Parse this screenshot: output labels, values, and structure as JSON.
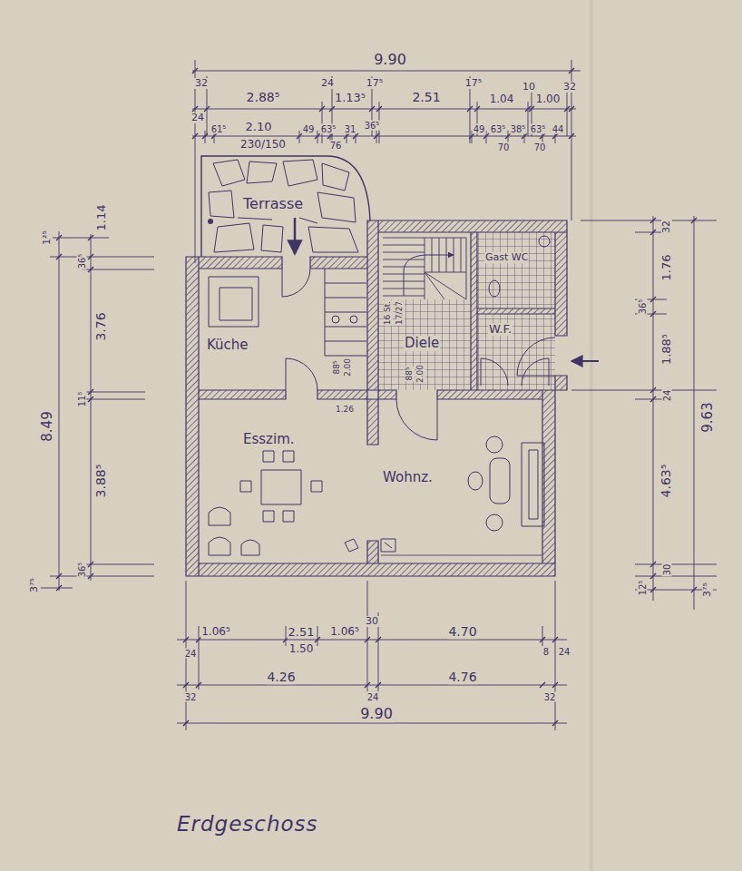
{
  "diagram": {
    "caption": "Erdgeschoss",
    "nodes": [
      {
        "text": [
          "Terrasse"
        ]
      },
      {
        "text": [
          "Küche"
        ]
      },
      {
        "text": [
          "Diele"
        ]
      },
      {
        "text": [
          "Gast WC"
        ]
      },
      {
        "text": [
          "W.F."
        ]
      },
      {
        "text": [
          "Esszim."
        ]
      },
      {
        "text": [
          "Wohnz."
        ]
      }
    ],
    "labels": [
      "9.90",
      "32",
      "2.88⁵",
      "24",
      "1.13⁵",
      "17⁵",
      "2.51",
      "17⁵",
      "1.04",
      "10",
      "1.00",
      "32",
      "24",
      "61⁵",
      "2.10",
      "49",
      "63⁵",
      "31",
      "36⁵",
      "49",
      "63⁵",
      "38⁵",
      "63⁵",
      "44",
      "230/150",
      "76",
      "70",
      "70",
      "1²⁵",
      "1.14",
      "36⁵",
      "3.76",
      "11⁵",
      "8.49",
      "3.88⁵",
      "36⁵",
      "3⁷⁵",
      "32",
      "1.76",
      "36⁵",
      "1.88⁵",
      "24",
      "4.63⁵",
      "30",
      "12⁵",
      "9.63",
      "3⁷⁵",
      "30",
      "24",
      "1.06⁵",
      "2.51",
      "1.50",
      "1.06⁵",
      "4.70",
      "8",
      "24",
      "32",
      "4.26",
      "24",
      "4.76",
      "32",
      "9.90",
      "16 St.",
      "17/27",
      "88⁵",
      "2.00",
      "1.26",
      "88⁵",
      "2.00"
    ]
  }
}
